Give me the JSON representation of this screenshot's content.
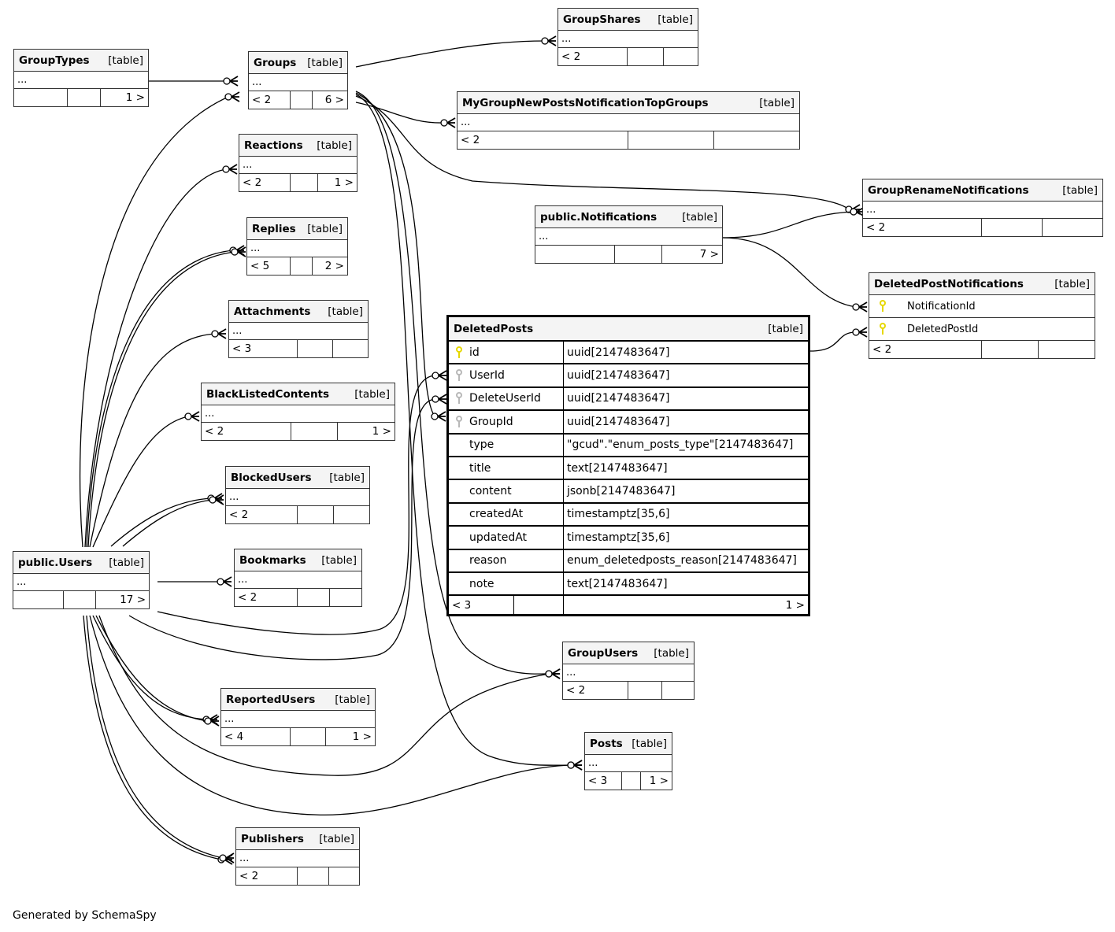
{
  "diagram": {
    "footer": "Generated by SchemaSpy",
    "kind_label": "[table]",
    "ellipsis": "...",
    "colors": {
      "primary_key": "#e6d800",
      "foreign_key": "#b8b8b8",
      "header_bg": "#f4f4f4",
      "line": "#000000"
    }
  },
  "tables": {
    "GroupTypes": {
      "name": "GroupTypes",
      "f1": "",
      "f2": "",
      "f3": "1 >"
    },
    "Groups": {
      "name": "Groups",
      "f1": "< 2",
      "f2": "",
      "f3": "6 >"
    },
    "GroupShares": {
      "name": "GroupShares",
      "f1": "< 2",
      "f2": "",
      "f3": ""
    },
    "MyGroupNewPostsNotificationTopGroups": {
      "name": "MyGroupNewPostsNotificationTopGroups",
      "f1": "< 2",
      "f2": "",
      "f3": ""
    },
    "Reactions": {
      "name": "Reactions",
      "f1": "< 2",
      "f2": "",
      "f3": "1 >"
    },
    "Replies": {
      "name": "Replies",
      "f1": "< 5",
      "f2": "",
      "f3": "2 >"
    },
    "Attachments": {
      "name": "Attachments",
      "f1": "< 3",
      "f2": "",
      "f3": ""
    },
    "BlackListedContents": {
      "name": "BlackListedContents",
      "f1": "< 2",
      "f2": "",
      "f3": "1 >"
    },
    "BlockedUsers": {
      "name": "BlockedUsers",
      "f1": "< 2",
      "f2": "",
      "f3": ""
    },
    "Bookmarks": {
      "name": "Bookmarks",
      "f1": "< 2",
      "f2": "",
      "f3": ""
    },
    "Users": {
      "name": "public.Users",
      "f1": "",
      "f2": "",
      "f3": "17 >"
    },
    "ReportedUsers": {
      "name": "ReportedUsers",
      "f1": "< 4",
      "f2": "",
      "f3": "1 >"
    },
    "Publishers": {
      "name": "Publishers",
      "f1": "< 2",
      "f2": "",
      "f3": ""
    },
    "Notifications": {
      "name": "public.Notifications",
      "f1": "",
      "f2": "",
      "f3": "7 >"
    },
    "GroupRenameNotifications": {
      "name": "GroupRenameNotifications",
      "f1": "< 2",
      "f2": "",
      "f3": ""
    },
    "DeletedPostNotifications": {
      "name": "DeletedPostNotifications",
      "columns": [
        {
          "name": "NotificationId",
          "key": "primary"
        },
        {
          "name": "DeletedPostId",
          "key": "primary"
        }
      ],
      "f1": "< 2",
      "f2": "",
      "f3": ""
    },
    "GroupUsers": {
      "name": "GroupUsers",
      "f1": "< 2",
      "f2": "",
      "f3": ""
    },
    "Posts": {
      "name": "Posts",
      "f1": "< 3",
      "f2": "",
      "f3": "1 >"
    },
    "DeletedPosts": {
      "name": "DeletedPosts",
      "columns": [
        {
          "name": "id",
          "type": "uuid[2147483647]",
          "key": "primary"
        },
        {
          "name": "UserId",
          "type": "uuid[2147483647]",
          "key": "foreign"
        },
        {
          "name": "DeleteUserId",
          "type": "uuid[2147483647]",
          "key": "foreign"
        },
        {
          "name": "GroupId",
          "type": "uuid[2147483647]",
          "key": "foreign"
        },
        {
          "name": "type",
          "type": "\"gcud\".\"enum_posts_type\"[2147483647]",
          "key": ""
        },
        {
          "name": "title",
          "type": "text[2147483647]",
          "key": ""
        },
        {
          "name": "content",
          "type": "jsonb[2147483647]",
          "key": ""
        },
        {
          "name": "createdAt",
          "type": "timestamptz[35,6]",
          "key": ""
        },
        {
          "name": "updatedAt",
          "type": "timestamptz[35,6]",
          "key": ""
        },
        {
          "name": "reason",
          "type": "enum_deletedposts_reason[2147483647]",
          "key": ""
        },
        {
          "name": "note",
          "type": "text[2147483647]",
          "key": ""
        }
      ],
      "f1": "< 3",
      "f2": "",
      "f3": "1 >"
    }
  },
  "relationships": [
    {
      "from": "GroupTypes",
      "to": "Groups"
    },
    {
      "from": "Users",
      "to": "Groups"
    },
    {
      "from": "Groups",
      "to": "GroupShares"
    },
    {
      "from": "Groups",
      "to": "MyGroupNewPostsNotificationTopGroups"
    },
    {
      "from": "Groups",
      "to": "GroupRenameNotifications"
    },
    {
      "from": "Groups",
      "to": "DeletedPosts"
    },
    {
      "from": "Groups",
      "to": "GroupUsers"
    },
    {
      "from": "Groups",
      "to": "Posts"
    },
    {
      "from": "Users",
      "to": "Reactions"
    },
    {
      "from": "Users",
      "to": "Replies"
    },
    {
      "from": "Users",
      "to": "Attachments"
    },
    {
      "from": "Users",
      "to": "BlackListedContents"
    },
    {
      "from": "Users",
      "to": "BlockedUsers"
    },
    {
      "from": "Users",
      "to": "Bookmarks"
    },
    {
      "from": "Users",
      "to": "DeletedPosts"
    },
    {
      "from": "Users",
      "to": "ReportedUsers"
    },
    {
      "from": "Users",
      "to": "GroupUsers"
    },
    {
      "from": "Users",
      "to": "Posts"
    },
    {
      "from": "Users",
      "to": "Publishers"
    },
    {
      "from": "Notifications",
      "to": "GroupRenameNotifications"
    },
    {
      "from": "Notifications",
      "to": "DeletedPostNotifications"
    },
    {
      "from": "DeletedPosts",
      "to": "DeletedPostNotifications"
    }
  ]
}
